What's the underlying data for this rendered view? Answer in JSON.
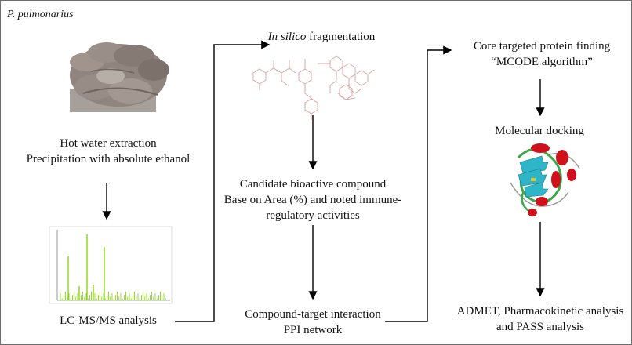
{
  "species": "P. pulmonarius",
  "left_column": {
    "extraction_line1": "Hot water extraction",
    "extraction_line2": "Precipitation with absolute ethanol",
    "lcms_label": "LC-MS/MS analysis"
  },
  "middle_column": {
    "fragmentation_italic": "In silico",
    "fragmentation_rest": "fragmentation",
    "candidate_line1": "Candidate bioactive compound",
    "candidate_line2": "Base on Area (%) and noted immune-",
    "candidate_line3": "regulatory activities",
    "interaction_line1": "Compound-target interaction",
    "interaction_line2": "PPI network"
  },
  "right_column": {
    "core_line1": "Core targeted protein finding",
    "core_line2": "“MCODE algorithm”",
    "docking_label": "Molecular docking",
    "admet_line1": "ADMET, Pharmacokinetic analysis",
    "admet_line2": "and PASS analysis"
  },
  "colors": {
    "arrow": "#000000",
    "spectrum_peaks": "#7fd400",
    "mushroom": "#8b7f78",
    "protein_helix": "#d0101a",
    "protein_sheet": "#2fb5c8",
    "protein_coil": "#3aa84a",
    "molecule_lines": "#d8a8a8"
  }
}
